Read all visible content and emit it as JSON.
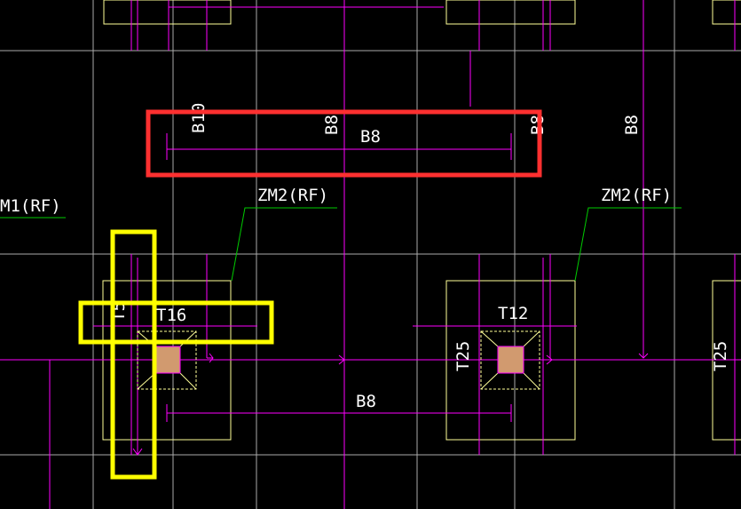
{
  "colors": {
    "background": "#000000",
    "grid": "#c8c8c8",
    "rebar": "#ff00ff",
    "outline": "#ffff99",
    "leader": "#00cc00",
    "column": "#d19a6f",
    "highlight_red": "#ff3030",
    "highlight_yellow": "#ffff00",
    "text": "#ffffff"
  },
  "labels": {
    "b10": "B10",
    "b8_top_a": "B8",
    "b8_top_main": "B8",
    "b8_top_b": "B8",
    "b8_top_c": "B8",
    "b8_bottom": "B8",
    "zm2_left": "ZM2(RF)",
    "zm2_right": "ZM2(RF)",
    "m1": "M1(RF)",
    "t12": "T12",
    "t16": "T16",
    "t15": "T5",
    "t25_mid": "T25",
    "t25_right": "T25"
  }
}
